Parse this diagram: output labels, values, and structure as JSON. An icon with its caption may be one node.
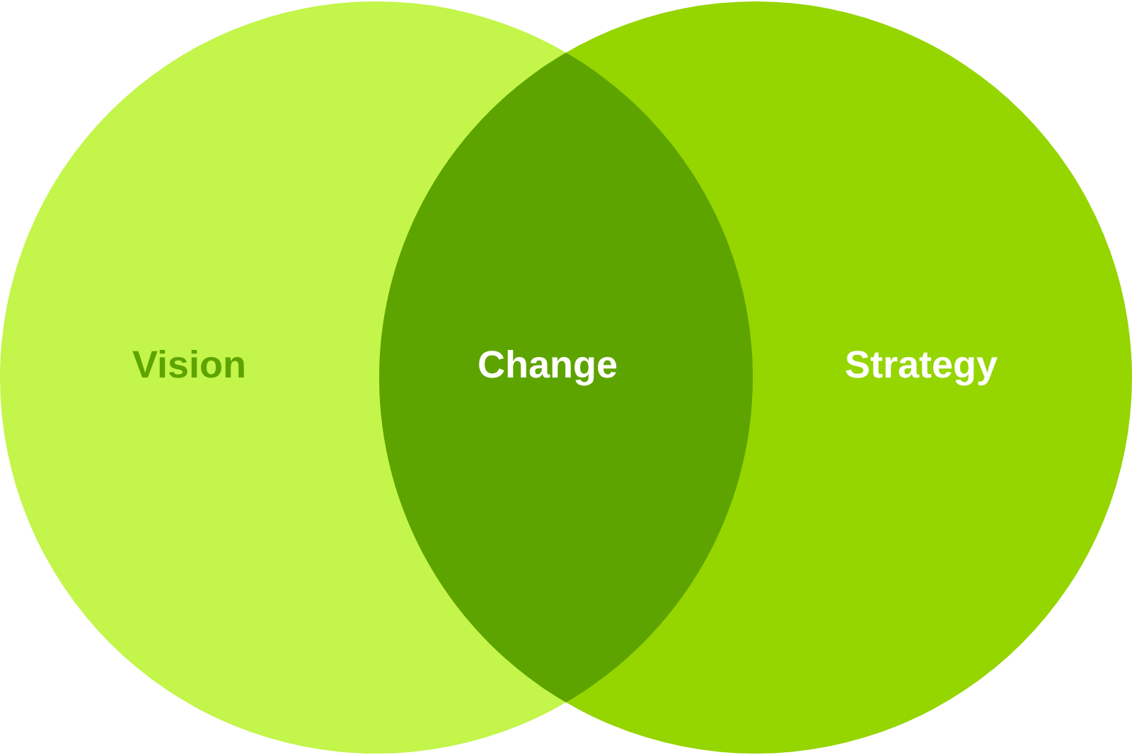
{
  "diagram": {
    "nodes": [
      {
        "text": [
          "Vision"
        ]
      },
      {
        "text": [
          "Change"
        ]
      },
      {
        "text": [
          "Strategy"
        ]
      }
    ]
  }
}
